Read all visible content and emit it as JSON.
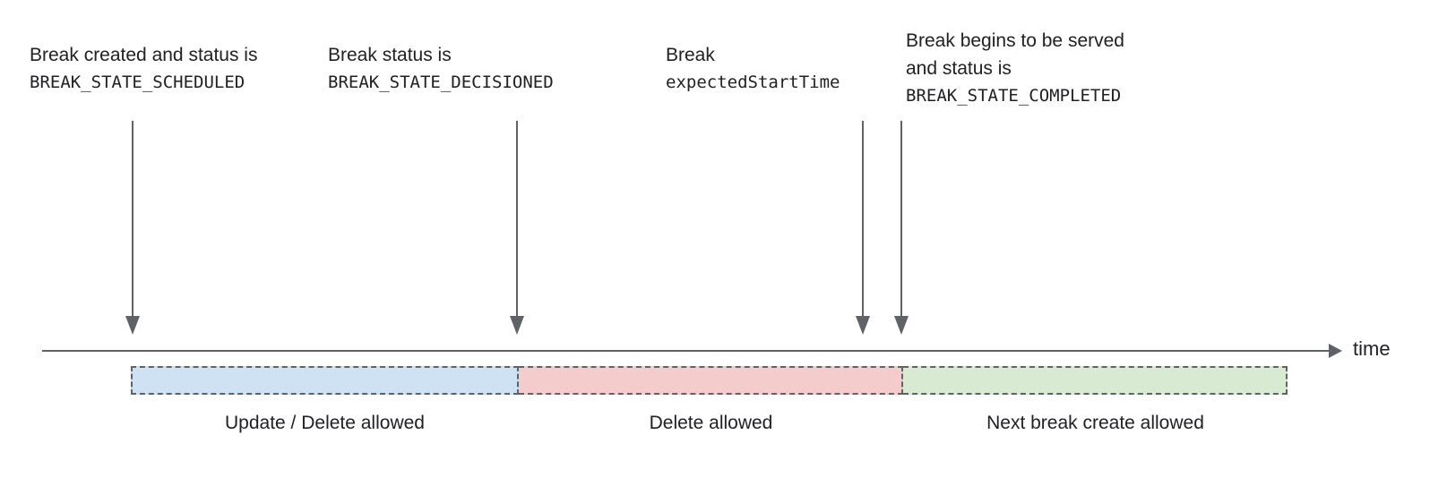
{
  "annotations": [
    {
      "text": "Break created and status is",
      "code": "BREAK_STATE_SCHEDULED"
    },
    {
      "text": "Break status is",
      "code": "BREAK_STATE_DECISIONED"
    },
    {
      "text": "Break",
      "code": "expectedStartTime"
    },
    {
      "text": "Break begins to be served and status is",
      "code": "BREAK_STATE_COMPLETED"
    }
  ],
  "timeline": {
    "axis_label": "time"
  },
  "segments": [
    {
      "label": "Update / Delete allowed",
      "fill": "#cfe2f3"
    },
    {
      "label": "Delete allowed",
      "fill": "#f4cccc"
    },
    {
      "label": "Next break create allowed",
      "fill": "#d9ead3"
    }
  ],
  "colors": {
    "line": "#5f6368",
    "text": "#202124"
  }
}
